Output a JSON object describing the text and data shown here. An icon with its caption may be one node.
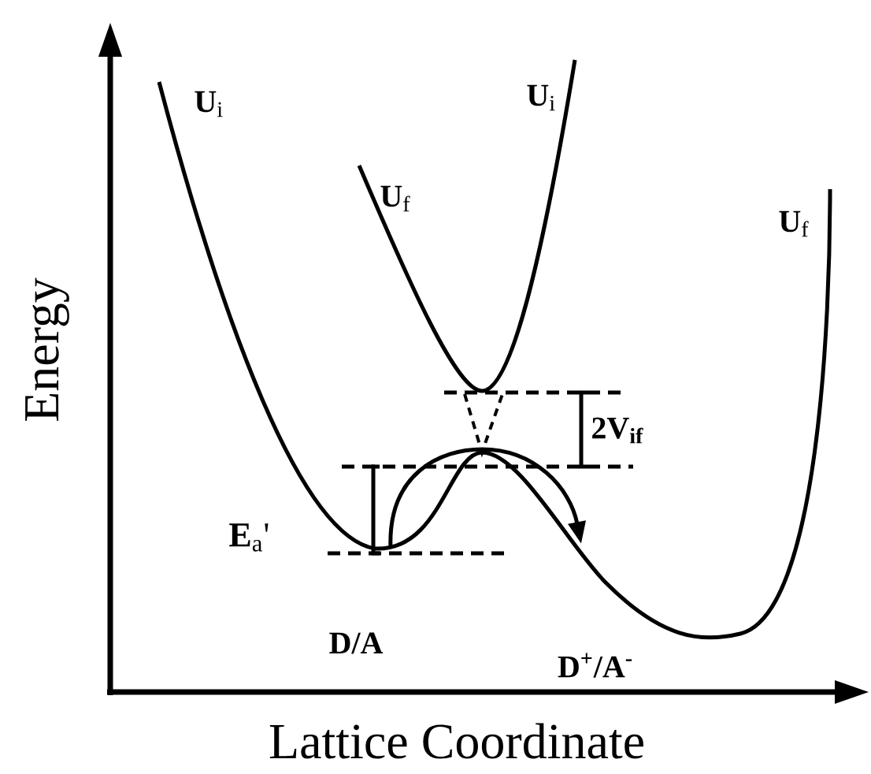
{
  "diagram": {
    "labels": [
      "**U**$_{i}$",
      "**U**$_{i}$",
      "**U**$_{f}$",
      "**U**$_{f}$",
      "Energy",
      "2V$_{if}$",
      "**E**$_{a}$'",
      "D/A",
      "D$^{+}$/A$^{-}$",
      "Lattice Coordinate"
    ]
  }
}
